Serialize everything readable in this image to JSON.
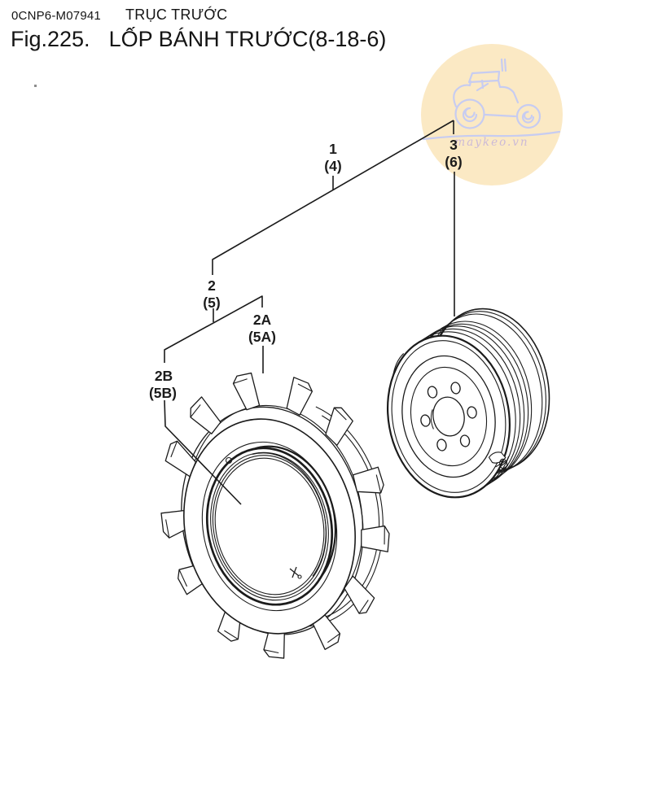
{
  "colors": {
    "ink": "#1b1b1b",
    "paper": "#ffffff"
  },
  "header": {
    "doc_code": "0CNP6-M07941",
    "section": "TRỤC TRƯỚC"
  },
  "figure": {
    "number": "Fig.225.",
    "title": "LỐP BÁNH TRƯỚC(8-18-6)"
  },
  "watermark": {
    "text": "maykeo.vn",
    "bg": "#fbe9c4",
    "line": "#c7ccf1",
    "text_color": "#ccbad7"
  },
  "labels": {
    "l1": {
      "main": "1",
      "ref": "(4)"
    },
    "l2": {
      "main": "2",
      "ref": "(5)"
    },
    "l2a": {
      "main": "2A",
      "ref": "(5A)"
    },
    "l2b": {
      "main": "2B",
      "ref": "(5B)"
    },
    "l3": {
      "main": "3",
      "ref": "(6)"
    }
  }
}
